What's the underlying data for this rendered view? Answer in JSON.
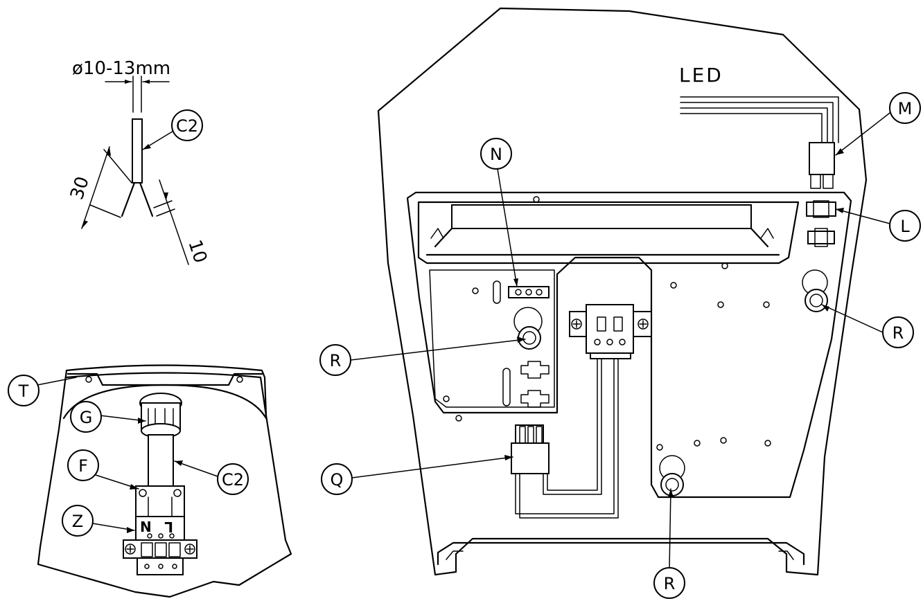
{
  "dimensions": {
    "cable_diameter": "ø10-13mm",
    "strip_length_outer": "30",
    "strip_length_inner": "10"
  },
  "labels": {
    "led": "LED",
    "terminal_n": "N",
    "terminal_l": "L"
  },
  "callouts": {
    "C2_top": "C2",
    "C2_bottom": "C2",
    "T": "T",
    "G": "G",
    "F": "F",
    "Z": "Z",
    "N": "N",
    "M": "M",
    "L": "L",
    "R_left": "R",
    "R_right": "R",
    "R_bottom": "R",
    "Q": "Q"
  }
}
